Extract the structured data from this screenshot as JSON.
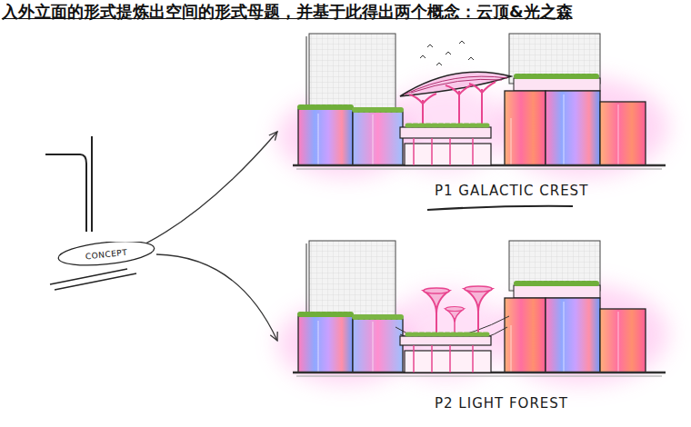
{
  "diagram": {
    "title": "入外立面的形式提炼出空间的形式母题，并基于此得出两个概念：云顶&光之森",
    "nodes": [
      {
        "text": [
          "CONCEPT"
        ]
      },
      {
        "text": [
          "P1 GALACTIC CREST"
        ]
      },
      {
        "text": [
          "P2 LIGHT FOREST"
        ]
      }
    ],
    "edges": [
      {
        "from": 0,
        "to": 1,
        "arrow": "to"
      },
      {
        "from": 0,
        "to": 2,
        "arrow": "to"
      }
    ]
  }
}
